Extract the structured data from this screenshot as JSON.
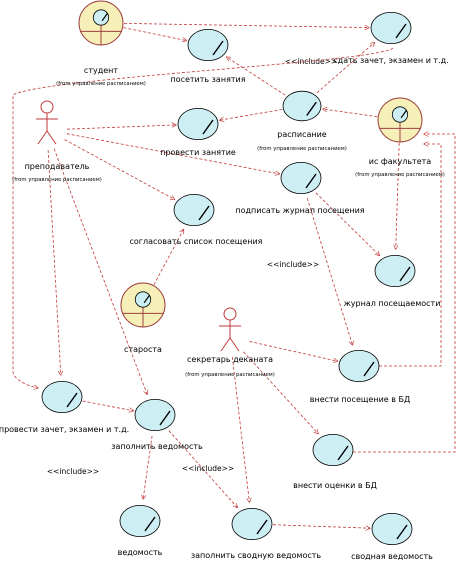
{
  "nodes": [
    {
      "id": "student",
      "kind": "class",
      "name": "студент",
      "source": "(from управление расписанием)"
    },
    {
      "id": "attend",
      "kind": "usecase",
      "name": "посетить занятия"
    },
    {
      "id": "pass_exam",
      "kind": "usecase",
      "name": "сдать зачет, экзамен и т.д."
    },
    {
      "id": "teacher",
      "kind": "actor",
      "name": "преподаватель",
      "source": "(from управление расписанием)"
    },
    {
      "id": "hold_class",
      "kind": "usecase",
      "name": "провести занятие"
    },
    {
      "id": "schedule",
      "kind": "usecase",
      "name": "расписание",
      "source": "(from управление расписанием)"
    },
    {
      "id": "faculty_is",
      "kind": "class",
      "name": "ис факультета",
      "source": "(from управление расписанием)"
    },
    {
      "id": "sign_journal",
      "kind": "usecase",
      "name": "подписать журнал посещения"
    },
    {
      "id": "agree_list",
      "kind": "usecase",
      "name": "согласовать список посещения"
    },
    {
      "id": "attendance_journal",
      "kind": "usecase",
      "name": "журнал посещаемости"
    },
    {
      "id": "headman",
      "kind": "class",
      "name": "староста"
    },
    {
      "id": "dean_secretary",
      "kind": "actor",
      "name": "секретарь деканата",
      "source": "(from управление расписанием)"
    },
    {
      "id": "enter_attendance",
      "kind": "usecase",
      "name": "внести посещение в БД"
    },
    {
      "id": "conduct_exam",
      "kind": "usecase",
      "name": "провести зачет, экзамен и т.д."
    },
    {
      "id": "fill_sheet",
      "kind": "usecase",
      "name": "заполнить ведомость"
    },
    {
      "id": "enter_grades",
      "kind": "usecase",
      "name": "внести оценки в БД"
    },
    {
      "id": "sheet",
      "kind": "usecase",
      "name": "ведомость"
    },
    {
      "id": "fill_summary",
      "kind": "usecase",
      "name": "заполнить сводную ведомость"
    },
    {
      "id": "summary_sheet",
      "kind": "usecase",
      "name": "сводная ведомость"
    }
  ],
  "include_label": "<<include>>",
  "links": [
    {
      "from": "student",
      "to": "attend"
    },
    {
      "from": "student",
      "to": "pass_exam"
    },
    {
      "from": "schedule",
      "to": "attend"
    },
    {
      "from": "schedule",
      "to": "hold_class"
    },
    {
      "from": "schedule",
      "to": "pass_exam",
      "stereotype": "include"
    },
    {
      "from": "teacher",
      "to": "hold_class"
    },
    {
      "from": "teacher",
      "to": "sign_journal"
    },
    {
      "from": "teacher",
      "to": "agree_list"
    },
    {
      "from": "teacher",
      "to": "conduct_exam"
    },
    {
      "from": "teacher",
      "to": "fill_sheet"
    },
    {
      "from": "faculty_is",
      "to": "schedule"
    },
    {
      "from": "faculty_is",
      "to": "attendance_journal"
    },
    {
      "from": "sign_journal",
      "to": "attendance_journal"
    },
    {
      "from": "sign_journal",
      "to": "enter_attendance",
      "stereotype": "include"
    },
    {
      "from": "headman",
      "to": "agree_list"
    },
    {
      "from": "dean_secretary",
      "to": "enter_attendance"
    },
    {
      "from": "dean_secretary",
      "to": "enter_grades"
    },
    {
      "from": "dean_secretary",
      "to": "fill_summary"
    },
    {
      "from": "enter_attendance",
      "to": "faculty_is"
    },
    {
      "from": "enter_grades",
      "to": "faculty_is"
    },
    {
      "from": "pass_exam",
      "to": "conduct_exam"
    },
    {
      "from": "conduct_exam",
      "to": "fill_sheet",
      "stereotype": "include"
    },
    {
      "from": "fill_sheet",
      "to": "sheet"
    },
    {
      "from": "fill_sheet",
      "to": "fill_summary",
      "stereotype": "include"
    },
    {
      "from": "fill_summary",
      "to": "summary_sheet"
    }
  ],
  "colors": {
    "usecase_fill": "#cdeff4",
    "class_fill": "#f6f0b8",
    "class_border": "#9e3f3f",
    "link_color": "#c23a3a"
  }
}
